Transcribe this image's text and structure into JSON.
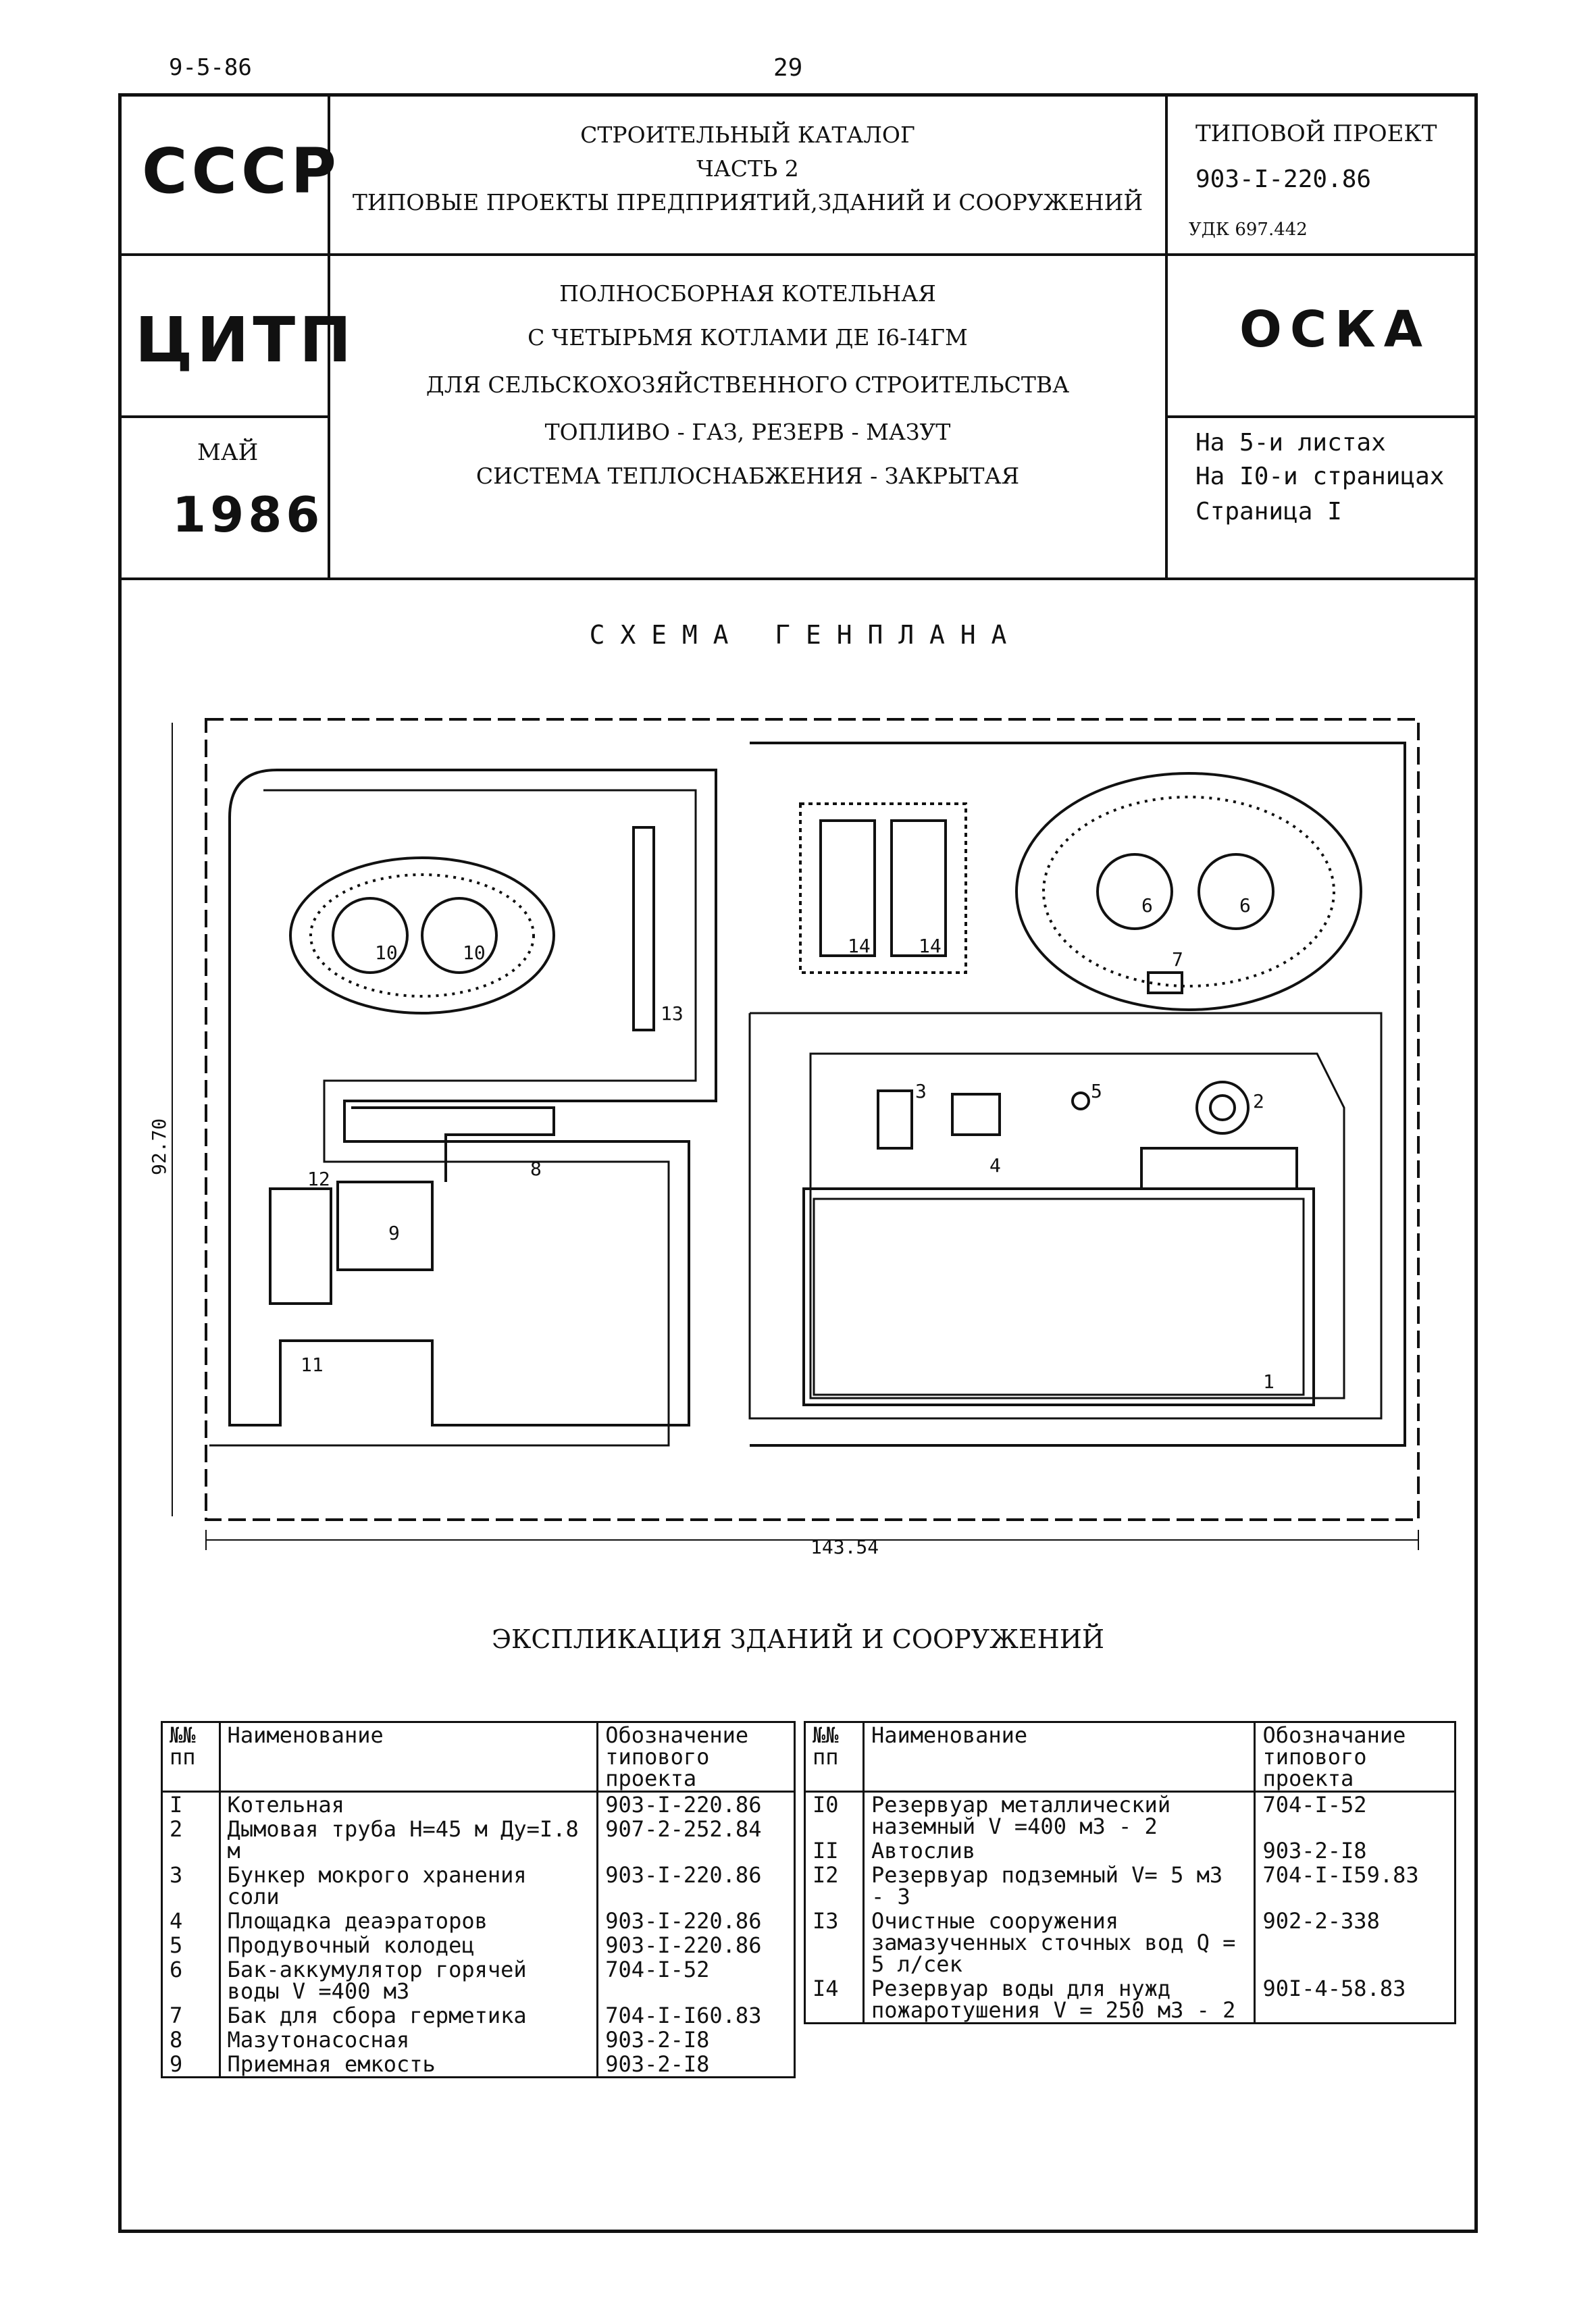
{
  "page": {
    "date": "9-5-86",
    "number": "29"
  },
  "header": {
    "org": "СССР",
    "catalog": [
      "СТРОИТЕЛЬНЫЙ КАТАЛОГ",
      "ЧАСТЬ 2",
      "ТИПОВЫЕ ПРОЕКТЫ ПРЕДПРИЯТИЙ,ЗДАНИЙ И СООРУЖЕНИЙ"
    ],
    "project_label": "ТИПОВОЙ ПРОЕКТ",
    "project_number": "903-I-220.86",
    "udk": "УДК 697.442",
    "institute": "ЦИТП",
    "title_lines": [
      "ПОЛНОСБОРНАЯ КОТЕЛЬНАЯ",
      "С ЧЕТЫРЬМЯ КОТЛАМИ ДЕ I6-I4ГМ",
      "ДЛЯ СЕЛЬСКОХОЗЯЙСТВЕННОГО СТРОИТЕЛЬСТВА",
      "ТОПЛИВО - ГАЗ, РЕЗЕРВ - МАЗУТ",
      "СИСТЕМА ТЕПЛОСНАБЖЕНИЯ - ЗАКРЫТАЯ"
    ],
    "code": "ОСКА",
    "month": "МАЙ",
    "year": "1986",
    "sheets": [
      "На 5-и листах",
      "На I0-и страницах",
      "Страница I"
    ]
  },
  "plan": {
    "title": "С Х Е М А   Г Е Н П Л А Н А",
    "dim_height": "92.70",
    "dim_width": "143.54",
    "labels": [
      "1",
      "2",
      "3",
      "4",
      "5",
      "6",
      "6",
      "7",
      "8",
      "9",
      "10",
      "10",
      "11",
      "12",
      "13",
      "14",
      "14"
    ]
  },
  "explication": {
    "title": "ЭКСПЛИКАЦИЯ ЗДАНИЙ И СООРУЖЕНИЙ",
    "col_num": "№№ пп",
    "col_name": "Наименование",
    "col_code": "Обозначение типового проекта",
    "col_code_right": "Обозначание типового проекта",
    "left_rows": [
      {
        "n": "I",
        "name": "Котельная",
        "code": "903-I-220.86"
      },
      {
        "n": "2",
        "name": "Дымовая труба Н=45 м Ду=I.8 м",
        "code": "907-2-252.84"
      },
      {
        "n": "3",
        "name": "Бункер мокрого хранения соли",
        "code": "903-I-220.86"
      },
      {
        "n": "4",
        "name": "Площадка деаэраторов",
        "code": "903-I-220.86"
      },
      {
        "n": "5",
        "name": "Продувочный колодец",
        "code": "903-I-220.86"
      },
      {
        "n": "6",
        "name": "Бак-аккумулятор горячей воды  V =400 м3",
        "code": "704-I-52"
      },
      {
        "n": "7",
        "name": "Бак для сбора герметика",
        "code": "704-I-I60.83"
      },
      {
        "n": "8",
        "name": "Мазутонасосная",
        "code": "903-2-I8"
      },
      {
        "n": "9",
        "name": "Приемная емкость",
        "code": "903-2-I8"
      }
    ],
    "right_rows": [
      {
        "n": "I0",
        "name": "Резервуар металлический наземный  V =400 м3 - 2",
        "code": "704-I-52"
      },
      {
        "n": "II",
        "name": "Автослив",
        "code": "903-2-I8"
      },
      {
        "n": "I2",
        "name": "Резервуар подземный V= 5 м3 - 3",
        "code": "704-I-I59.83"
      },
      {
        "n": "I3",
        "name": "Очистные сооружения замазученных сточных вод Q = 5 л/сек",
        "code": "902-2-338"
      },
      {
        "n": "I4",
        "name": "Резервуар воды для нужд пожаротушения V = 250 м3 - 2",
        "code": "90I-4-58.83"
      }
    ]
  }
}
